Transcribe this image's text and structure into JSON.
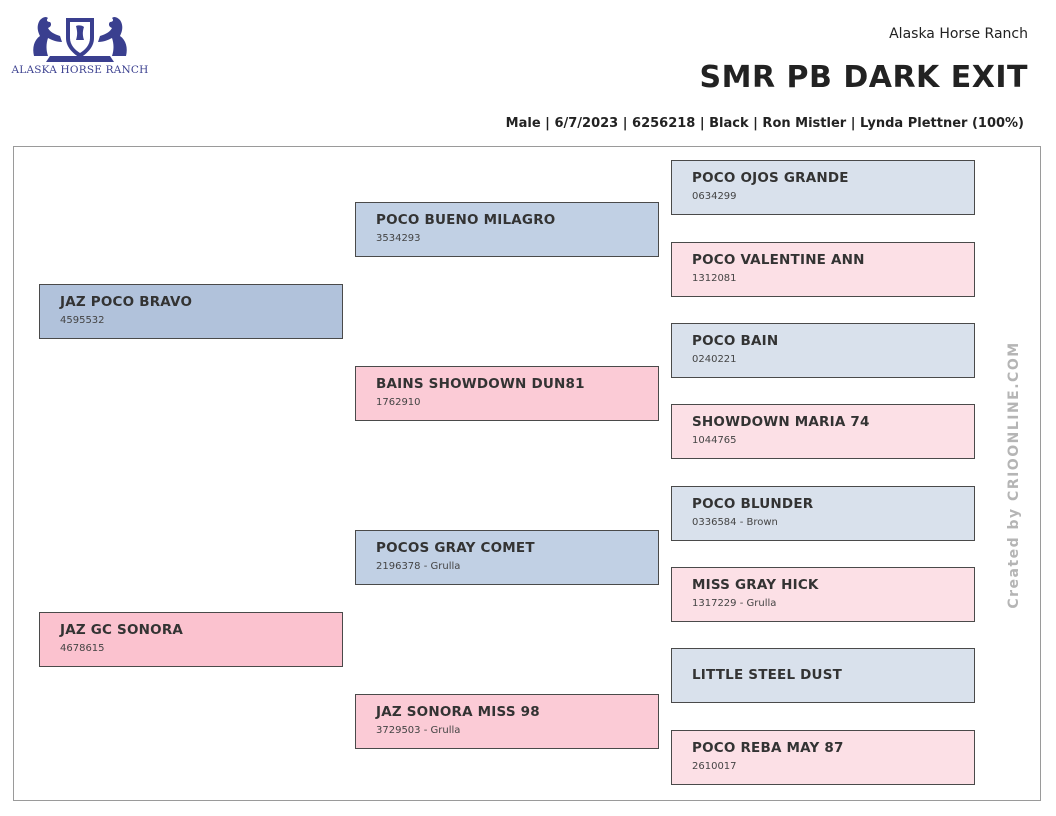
{
  "logo": {
    "text": "ALASKA HORSE RANCH",
    "brand_color": "#3a3f8f",
    "icon": "rearing-horses-crest-icon"
  },
  "header": {
    "ranch_name": "Alaska Horse Ranch",
    "horse_name": "SMR PB DARK EXIT",
    "info": "Male | 6/7/2023 | 6256218 | Black | Ron Mistler | Lynda Plettner (100%)"
  },
  "pedigree": {
    "gen1": [
      {
        "name": "JAZ POCO BRAVO",
        "sub": "4595532"
      },
      {
        "name": "JAZ GC SONORA",
        "sub": "4678615"
      }
    ],
    "gen2": [
      {
        "name": "POCO BUENO MILAGRO",
        "sub": "3534293"
      },
      {
        "name": "BAINS SHOWDOWN DUN81",
        "sub": "1762910"
      },
      {
        "name": "POCOS GRAY COMET",
        "sub": "2196378 - Grulla"
      },
      {
        "name": "JAZ SONORA MISS 98",
        "sub": "3729503 - Grulla"
      }
    ],
    "gen3": [
      {
        "name": "POCO OJOS GRANDE",
        "sub": "0634299"
      },
      {
        "name": "POCO VALENTINE ANN",
        "sub": "1312081"
      },
      {
        "name": "POCO BAIN",
        "sub": "0240221"
      },
      {
        "name": "SHOWDOWN MARIA 74",
        "sub": "1044765"
      },
      {
        "name": "POCO BLUNDER",
        "sub": "0336584 - Brown"
      },
      {
        "name": "MISS GRAY HICK",
        "sub": "1317229 - Grulla"
      },
      {
        "name": "LITTLE STEEL DUST",
        "sub": ""
      },
      {
        "name": "POCO REBA MAY 87",
        "sub": "2610017"
      }
    ]
  },
  "watermark": "Created by CRIOONLINE.COM",
  "colors": {
    "sire_gen1": "#b1c2db",
    "dam_gen1": "#fbc2cf",
    "sire_gen2": "#c1d0e4",
    "dam_gen2": "#fbcbd6",
    "sire_gen3": "#d9e1ec",
    "dam_gen3": "#fce0e6"
  }
}
